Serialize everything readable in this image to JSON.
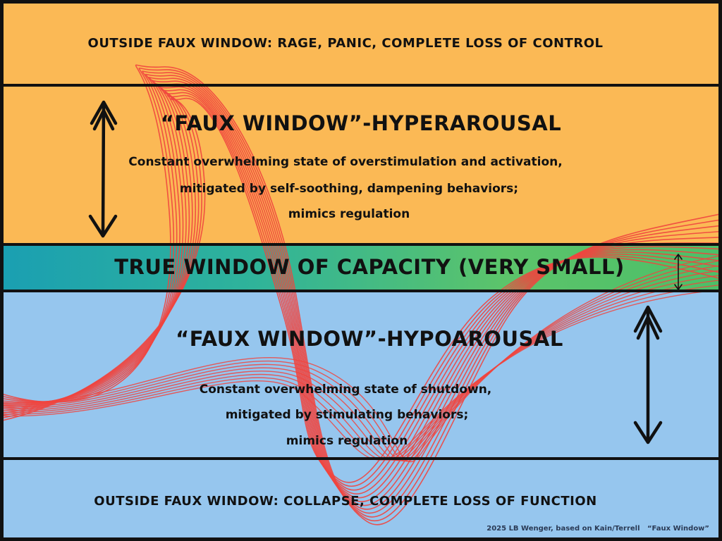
{
  "zones": {
    "outside_top": "OUTSIDE FAUX WINDOW: RAGE, PANIC, COMPLETE LOSS OF CONTROL",
    "hyper": {
      "title": "“FAUX WINDOW”-HYPERAROUSAL",
      "lines": [
        "Constant overwhelming state of overstimulation and activation,",
        "mitigated by self-soothing, dampening behaviors;",
        "mimics regulation"
      ]
    },
    "true_window": "TRUE WINDOW OF CAPACITY (VERY SMALL)",
    "hypo": {
      "title": "“FAUX WINDOW”-HYPOAROUSAL",
      "lines": [
        "Constant overwhelming state of shutdown,",
        "mitigated by stimulating behaviors;",
        "mimics regulation"
      ]
    },
    "outside_bottom": "OUTSIDE FAUX WINDOW: COLLAPSE, COMPLETE LOSS OF FUNCTION"
  },
  "credit": "2025 LB Wenger, based on Kain/Terrell   “Faux Window”",
  "colors": {
    "hyper_zone": "#fbb955",
    "hypo_zone": "#96c6ee",
    "true_window_start": "#1a9fb2",
    "true_window_end": "#4cbf68",
    "wave_lines": "#f0453f",
    "lines": "#111111"
  },
  "icons": {
    "hyper_range": "double-arrow-vertical-icon",
    "true_range": "double-arrow-vertical-icon",
    "hypo_range": "double-arrow-vertical-icon"
  }
}
